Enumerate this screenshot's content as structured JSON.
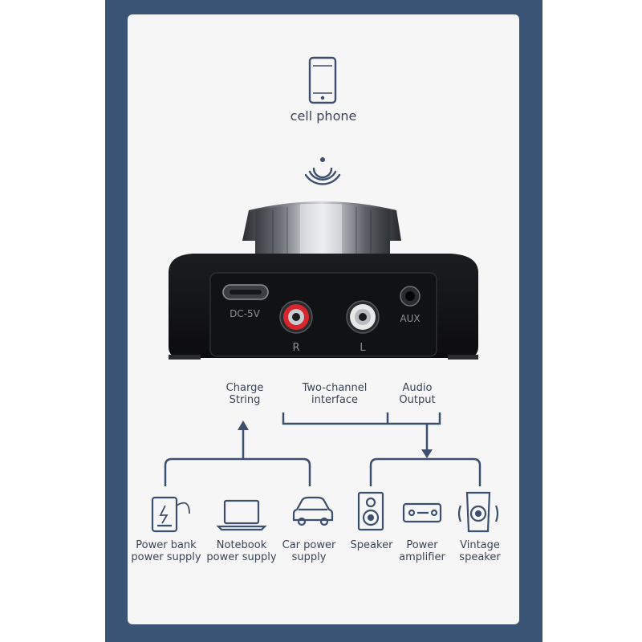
{
  "source": {
    "label": "cell phone",
    "icon": "smartphone-icon"
  },
  "wireless": {
    "icon": "wireless-signal-icon"
  },
  "device": {
    "knob": "volume-knob",
    "ports": [
      {
        "label": "DC-5V",
        "icon": "usb-c-port-icon"
      },
      {
        "label": "R",
        "icon": "rca-jack-red-icon",
        "color": "#d8262c"
      },
      {
        "label": "L",
        "icon": "rca-jack-white-icon",
        "color": "#e8e8e8"
      },
      {
        "label": "AUX",
        "icon": "aux-jack-icon"
      }
    ]
  },
  "headers": {
    "charge": "Charge\nString",
    "twochannel": "Two-channel\ninterface",
    "audio": "Audio\nOutput"
  },
  "power_sources": [
    {
      "label": "Power bank\npower supply",
      "icon": "power-bank-icon"
    },
    {
      "label": "Notebook\npower supply",
      "icon": "laptop-icon"
    },
    {
      "label": "Car power\nsupply",
      "icon": "car-icon"
    }
  ],
  "outputs": [
    {
      "label": "Speaker",
      "icon": "speaker-icon"
    },
    {
      "label": "Power\namplifier",
      "icon": "amplifier-icon"
    },
    {
      "label": "Vintage\nspeaker",
      "icon": "vintage-speaker-icon"
    }
  ],
  "colors": {
    "frame": "#3a5476",
    "card": "#f6f6f6",
    "line": "#3d4f6e",
    "text": "#3a4356"
  }
}
